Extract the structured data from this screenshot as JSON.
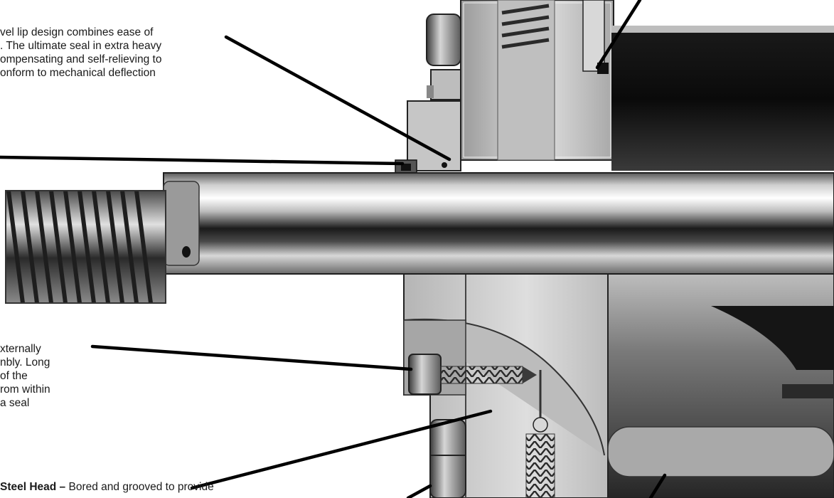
{
  "captions": {
    "lip_seal": {
      "lines": [
        "vel lip design combines ease of",
        ". The ultimate seal in extra heavy",
        "ompensating and self-relieving to",
        "onform to mechanical deflection"
      ]
    },
    "retainer": {
      "lines": [
        "xternally",
        "nbly. Long",
        "of the",
        "rom within",
        "a seal"
      ]
    },
    "head": {
      "title": "Steel Head –",
      "text": " Bored and grooved to provide"
    }
  },
  "colors": {
    "leader": "#000000",
    "text": "#1a1a1a",
    "background": "#ffffff"
  }
}
